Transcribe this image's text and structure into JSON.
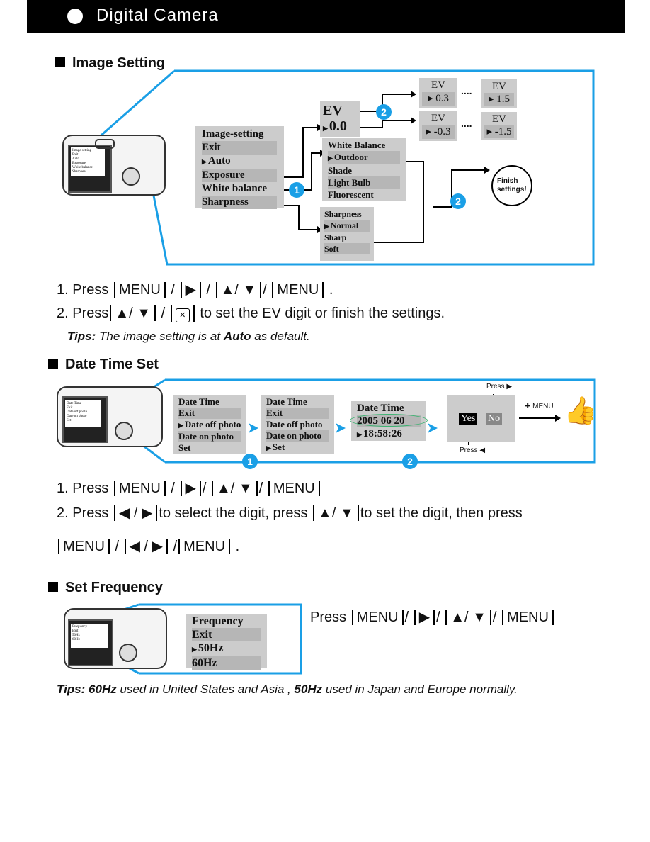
{
  "header": {
    "title": "Digital Camera"
  },
  "image_setting": {
    "heading": "Image Setting",
    "main_menu": [
      "Image-setting",
      "Exit",
      "Auto",
      "Exposure",
      "White balance",
      "Sharpness"
    ],
    "ev_panel": {
      "label": "EV",
      "value": "0.0"
    },
    "ev_steps": [
      {
        "label": "EV",
        "value": "0.3"
      },
      {
        "label": "EV",
        "value": "1.5"
      },
      {
        "label": "EV",
        "value": "-0.3"
      },
      {
        "label": "EV",
        "value": "-1.5"
      }
    ],
    "ellipsis": "....",
    "white_balance_menu": [
      "White Balance",
      "Outdoor",
      "Shade",
      "Light Bulb",
      "Fluorescent"
    ],
    "sharpness_menu": [
      "Sharpness",
      "Normal",
      "Sharp",
      "Soft"
    ],
    "finish": "Finish settings!",
    "badge_1": "1",
    "badge_2": "2",
    "step1_prefix": "1. Press",
    "step2_prefix": "2. Press",
    "step2_suffix": "to set the EV digit or finish the settings.",
    "tips_label": "Tips:",
    "tips_text_a": "The image setting is at",
    "tips_bold": "Auto",
    "tips_text_b": "as default.",
    "camera_lcd": [
      "Image setting",
      "Exit",
      "Auto",
      "Exposure",
      "White balance",
      "Sharpness"
    ]
  },
  "date_time": {
    "heading": "Date Time Set",
    "menu": [
      "Date Time",
      "Exit",
      "Date off photo",
      "Date on photo",
      "Set"
    ],
    "date_panel": {
      "title": "Date Time",
      "date": "2005  06  20",
      "time": "18:58:26"
    },
    "confirm": {
      "yes": "Yes",
      "no": "No",
      "press_top": "Press",
      "press_bottom": "Press",
      "plus_menu": "MENU"
    },
    "step1_prefix": "1. Press",
    "step2_prefix": "2. Press",
    "step2_mid": "to select the digit, press",
    "step2_suffix": "to set the digit, then press",
    "camera_lcd": [
      "Date Time",
      "Exit",
      "Date off photo",
      "Date on photo",
      "Set"
    ]
  },
  "frequency": {
    "heading": "Set Frequency",
    "menu": [
      "Frequency",
      "Exit",
      "50Hz",
      "60Hz"
    ],
    "press": "Press",
    "tips_label": "Tips:",
    "tips_b1": "60Hz",
    "tips_t1": "used in United States and Asia ,",
    "tips_b2": "50Hz",
    "tips_t2": "used in Japan and Europe normally.",
    "camera_lcd": [
      "Frequency",
      "Exit",
      "50Hz",
      "60Hz"
    ]
  },
  "keys": {
    "menu": "MENU",
    "right": "▶",
    "left": "◀",
    "up_down": "▲/ ▼",
    "left_right": "◀ / ▶",
    "slash": "/",
    "period": "."
  },
  "colors": {
    "accent": "#1a9fe6",
    "panel": "#cccccc",
    "header": "#000000"
  }
}
